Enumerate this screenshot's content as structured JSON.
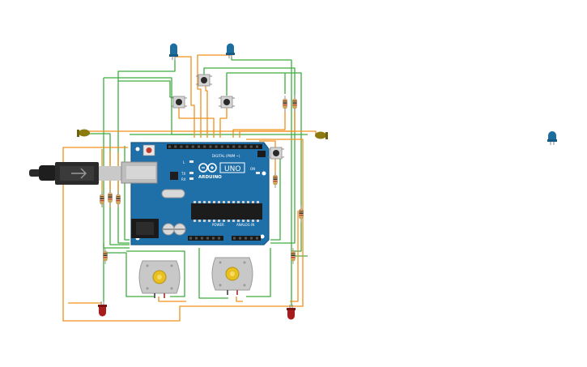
{
  "board": {
    "brand": "ARDUINO",
    "model": "UNO",
    "digital_label": "DIGITAL (PWM ~)",
    "power_label": "POWER",
    "analog_label": "ANALOG IN",
    "tx_label": "TX",
    "rx_label": "RX",
    "l_label": "L",
    "on_label": "ON",
    "color_board": "#1f6fa8",
    "color_board_dark": "#175a8a"
  },
  "wire_colors": {
    "green": "#3fae3f",
    "orange": "#f0901c"
  },
  "component_colors": {
    "led_blue": "#1d6e9e",
    "led_yellow": "#8a7a10",
    "led_red": "#a81c1c",
    "motor_body": "#c8c8c8",
    "motor_hub": "#e8c020"
  },
  "components": {
    "led_top_left": "led-blue",
    "led_top_right": "led-blue",
    "led_far_right": "led-blue",
    "led_left": "led-yellow",
    "led_right": "led-yellow",
    "led_bottom_left": "led-red",
    "led_bottom_right": "led-red",
    "motor_left": "dc-motor",
    "motor_right": "dc-motor",
    "usb_cable": "usb-cable"
  }
}
